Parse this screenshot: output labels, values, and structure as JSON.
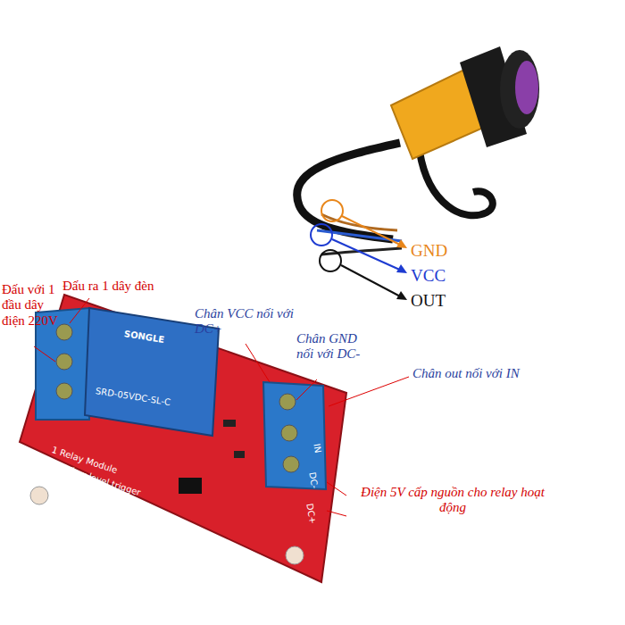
{
  "diagram": {
    "labels": [
      "GND",
      "VCC",
      "OUT",
      "Đấu với 1 đầu dây điện 220V",
      "Đấu ra 1 dây đèn",
      "Chân VCC nối với DC+",
      "Chân GND nối với DC-",
      "Chân out nối với IN",
      "Điện 5V cấp nguồn cho relay hoạt động",
      "SONGLE",
      "SRD-05VDC-SL-C",
      "1 Relay Module",
      "high/low level trigger",
      "DC+",
      "DC-",
      "IN"
    ]
  }
}
